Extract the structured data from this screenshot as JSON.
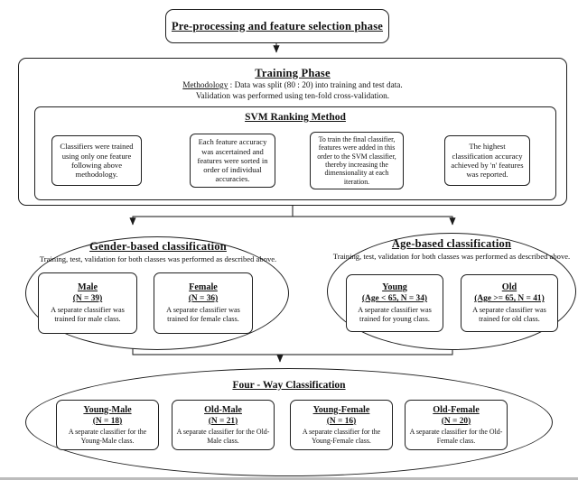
{
  "top_box": {
    "title": "Pre-processing and feature selection phase"
  },
  "training": {
    "title": "Training Phase",
    "methodology_label": "Methodology",
    "methodology_rest": " : Data was split (80 : 20) into training and test data.",
    "validation": "Validation was performed using ten-fold cross-validation.",
    "svm": {
      "title": "SVM Ranking Method",
      "steps": [
        "Classifiers were trained using only one feature following above methodology.",
        "Each feature accuracy was ascertained and features were sorted in order of individual accuracies.",
        "To train the final classifier, features were added in this order to the SVM classifier, thereby increasing the dimensionality at each iteration.",
        "The highest classification accuracy achieved by 'n' features was reported."
      ]
    }
  },
  "gender": {
    "title": "Gender-based classification",
    "subtitle": "Training, test, validation for both classes was performed as described above.",
    "boxes": [
      {
        "title": "Male",
        "n": "(N = 39)",
        "body": "A separate classifier was trained for male class."
      },
      {
        "title": "Female",
        "n": "(N = 36)",
        "body": "A separate classifier was trained for female class."
      }
    ]
  },
  "age": {
    "title": "Age-based classification",
    "subtitle": "Training, test, validation for both classes was performed as described above.",
    "boxes": [
      {
        "title": "Young",
        "n": "(Age < 65, N = 34)",
        "body": "A separate classifier was trained for young class."
      },
      {
        "title": "Old",
        "n": "(Age >= 65, N = 41)",
        "body": "A separate classifier was trained for old class."
      }
    ]
  },
  "four_way": {
    "title": "Four - Way Classification",
    "boxes": [
      {
        "title": "Young-Male",
        "n": "(N = 18)",
        "body": "A separate classifier for the Young-Male class."
      },
      {
        "title": "Old-Male",
        "n": "(N = 21)",
        "body": "A separate classifier for the Old-Male class."
      },
      {
        "title": "Young-Female",
        "n": "(N = 16)",
        "body": "A separate classifier for the Young-Female class."
      },
      {
        "title": "Old-Female",
        "n": "(N = 20)",
        "body": "A separate classifier for the Old-Female class."
      }
    ]
  },
  "colors": {
    "box_border": "#1f1f1f",
    "connector": "#3d3d3d",
    "background": "#ffffff",
    "text": "#111111"
  }
}
